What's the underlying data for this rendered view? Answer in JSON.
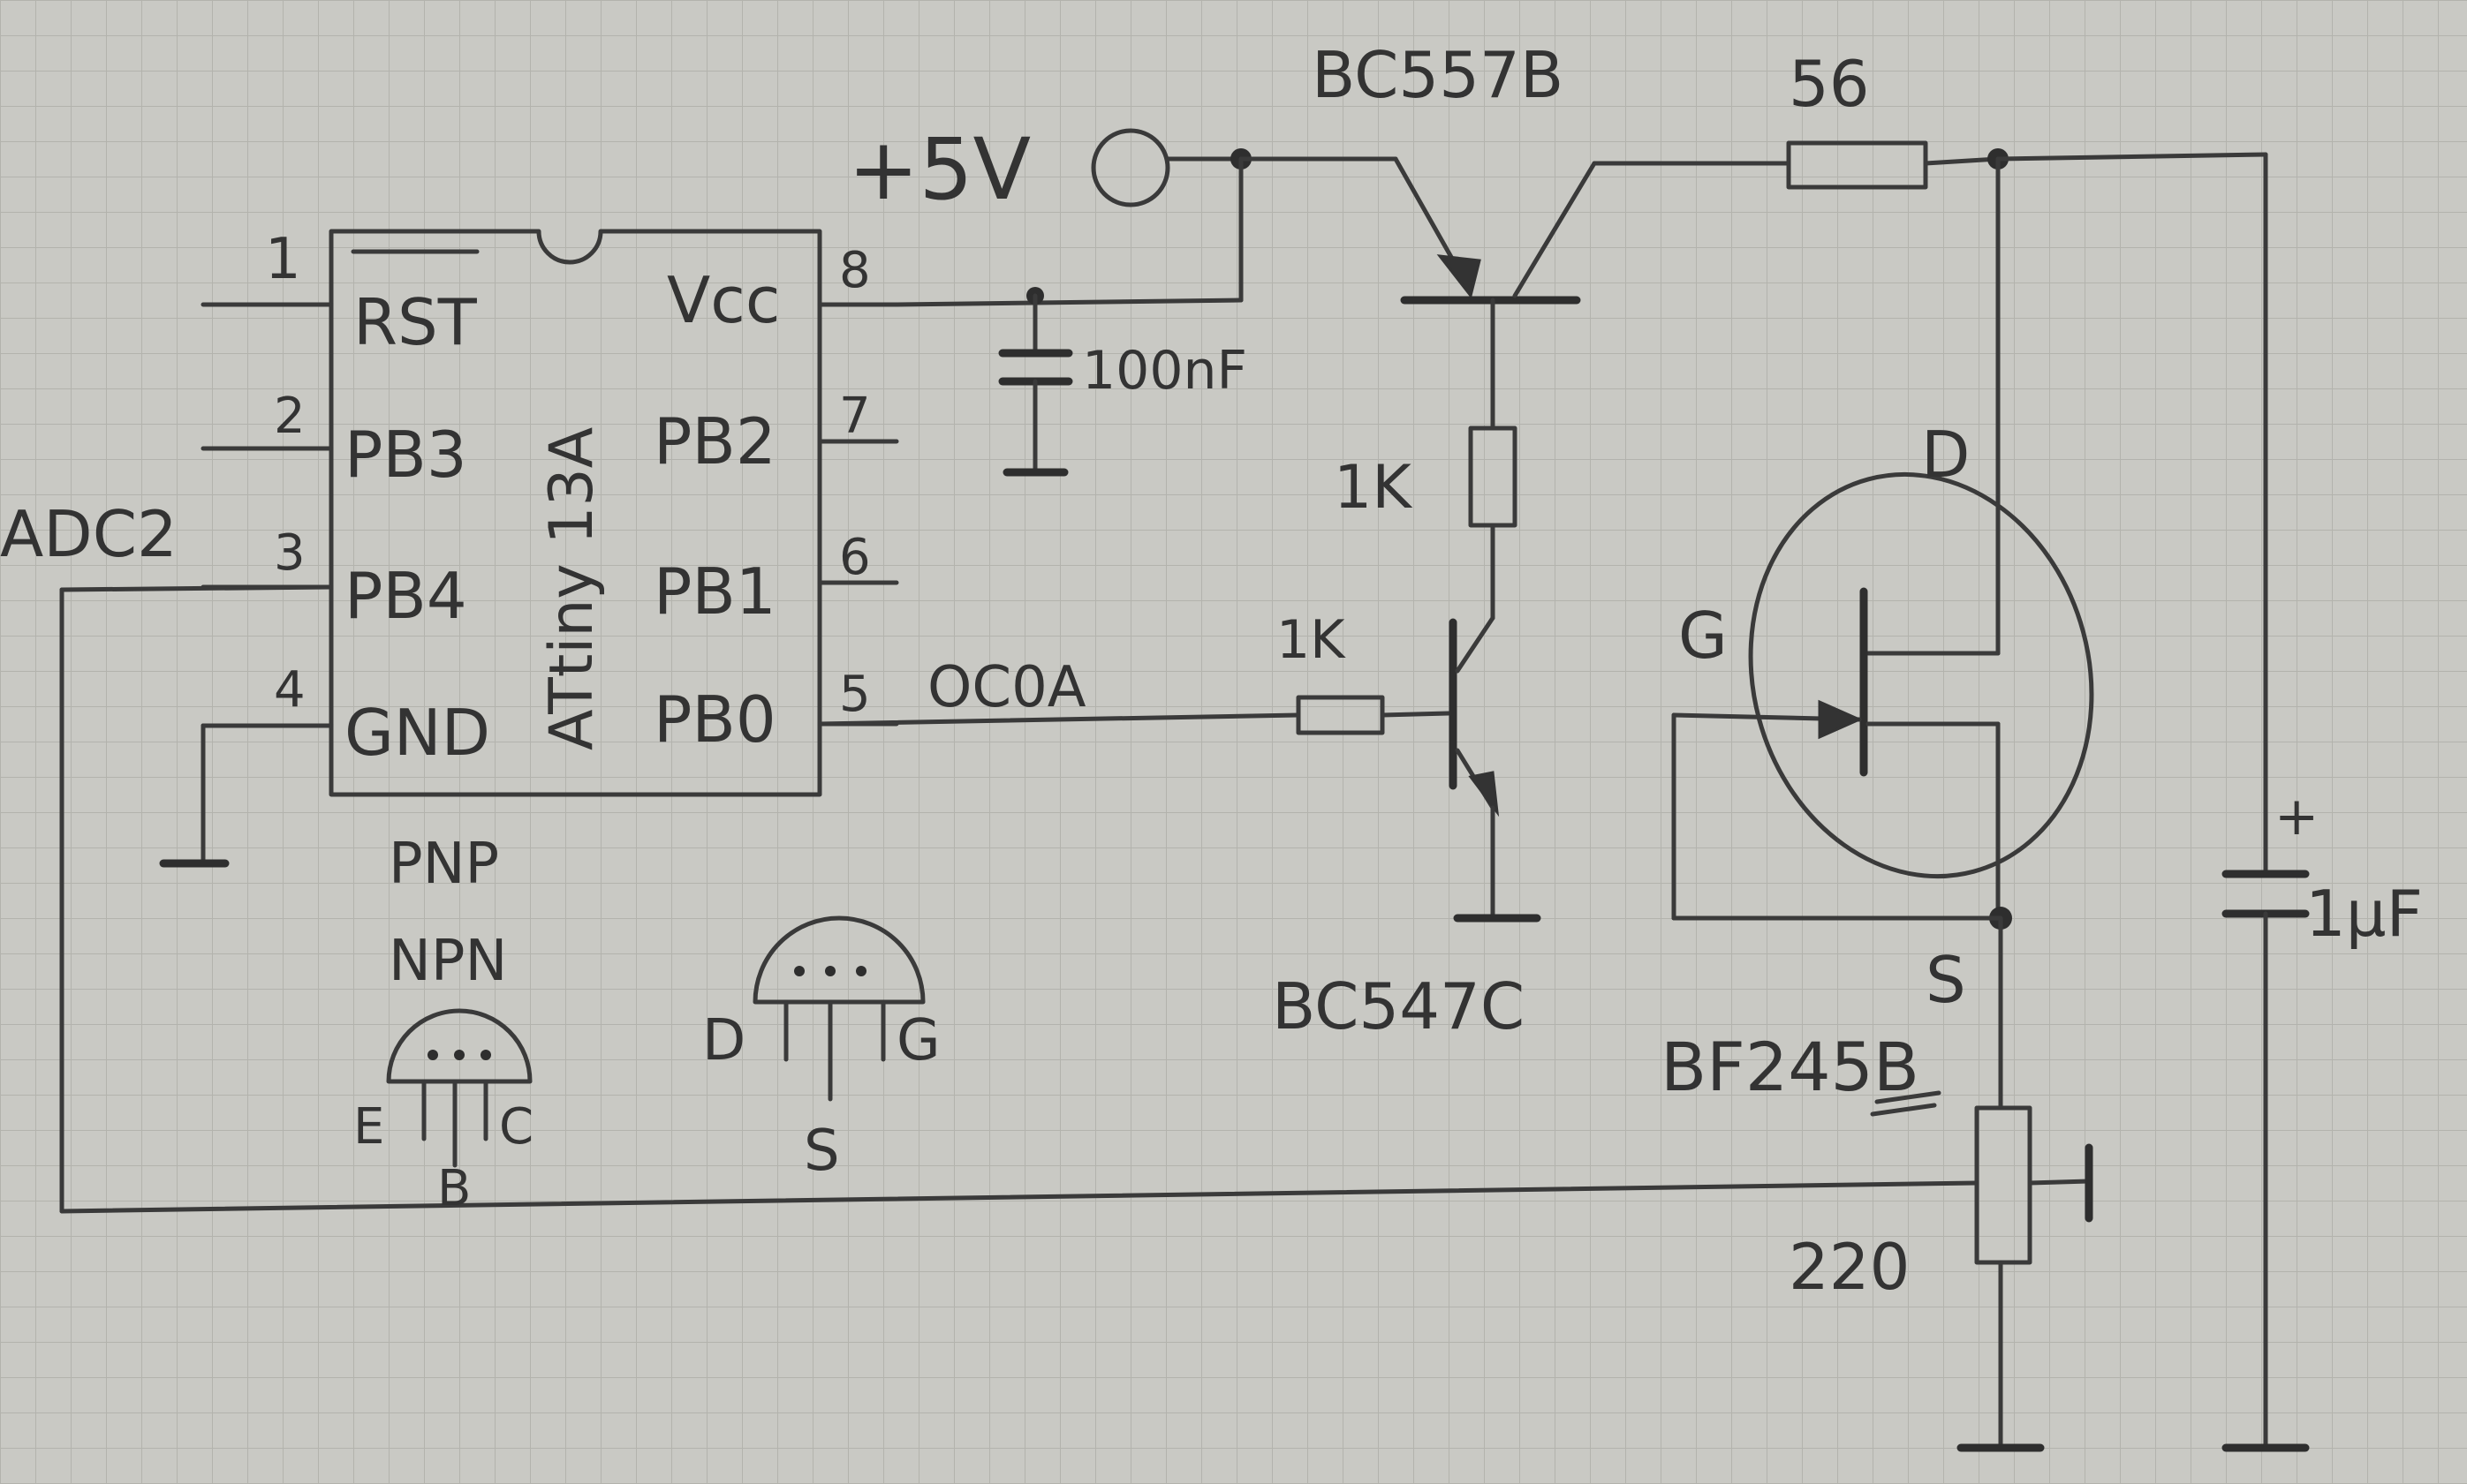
{
  "supply": {
    "label": "+5V"
  },
  "chip": {
    "name": "ATtiny 13A",
    "pins_left": [
      {
        "num": "1",
        "name": "RST"
      },
      {
        "num": "2",
        "name": "PB3"
      },
      {
        "num": "3",
        "name": "PB4"
      },
      {
        "num": "4",
        "name": "GND"
      }
    ],
    "pins_right": [
      {
        "num": "8",
        "name": "Vcc"
      },
      {
        "num": "7",
        "name": "PB2"
      },
      {
        "num": "6",
        "name": "PB1"
      },
      {
        "num": "5",
        "name": "PB0"
      }
    ]
  },
  "signals": {
    "adc": "ADC2",
    "pwm": "OC0A"
  },
  "components": {
    "cap_small": "100nF",
    "pnp": "BC557B",
    "npn": "BC547C",
    "r_top": "56",
    "r_collector": "1K",
    "r_base": "1K",
    "jfet": "BF245B",
    "pot": "220",
    "cap_big": "1µF",
    "cap_plus": "+"
  },
  "jfet_pins": {
    "d": "D",
    "g": "G",
    "s": "S"
  },
  "pinout": {
    "bjt_types": [
      "PNP",
      "NPN"
    ],
    "bjt_pins": [
      "E",
      "B",
      "C"
    ],
    "jfet_pins": [
      "D",
      "S",
      "G"
    ]
  }
}
